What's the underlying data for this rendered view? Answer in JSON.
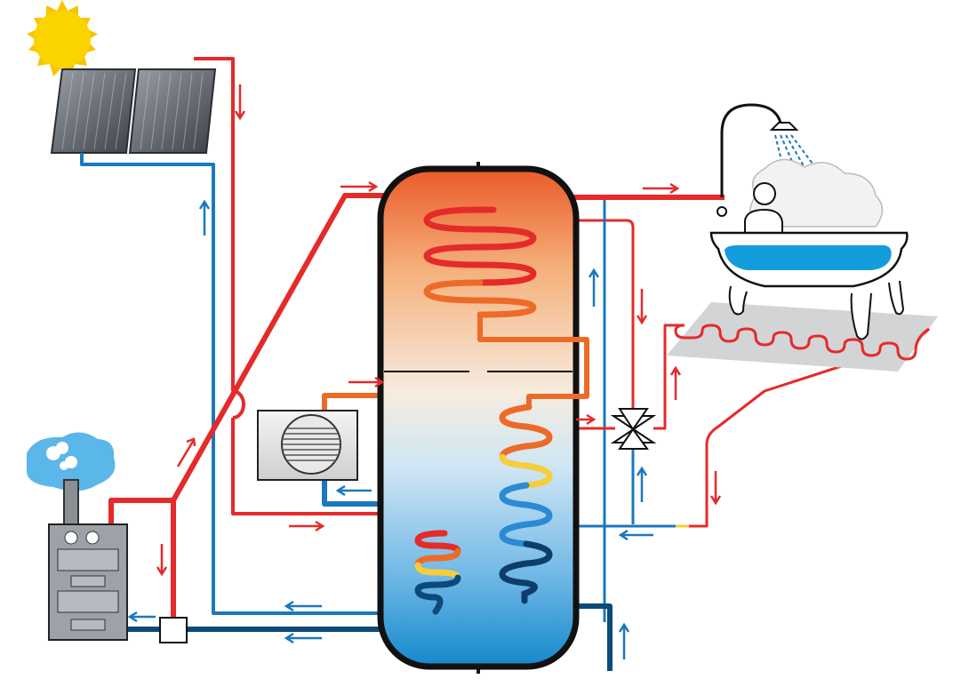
{
  "diagram": {
    "components": [
      {
        "id": "sun",
        "icon": "sun-icon"
      },
      {
        "id": "solar-collectors",
        "icon": "solar-panel-icon",
        "count": 2
      },
      {
        "id": "boiler",
        "icon": "boiler-icon"
      },
      {
        "id": "heat-pump",
        "icon": "heat-pump-fan-icon"
      },
      {
        "id": "storage-tank",
        "icon": "tank-icon",
        "coils": 3
      },
      {
        "id": "mixing-valve",
        "icon": "valve-icon"
      },
      {
        "id": "bathtub-shower",
        "icon": "bathtub-icon"
      },
      {
        "id": "underfloor-heating",
        "icon": "floor-heating-icon"
      },
      {
        "id": "pump-box",
        "icon": "pump-icon"
      }
    ],
    "colors": {
      "hot": "#e52a2a",
      "warm": "#ec6b28",
      "yellow": "#f7cd3a",
      "cold": "#1a78bd",
      "dark_cold": "#0c4a7a",
      "outline": "#111111"
    }
  }
}
